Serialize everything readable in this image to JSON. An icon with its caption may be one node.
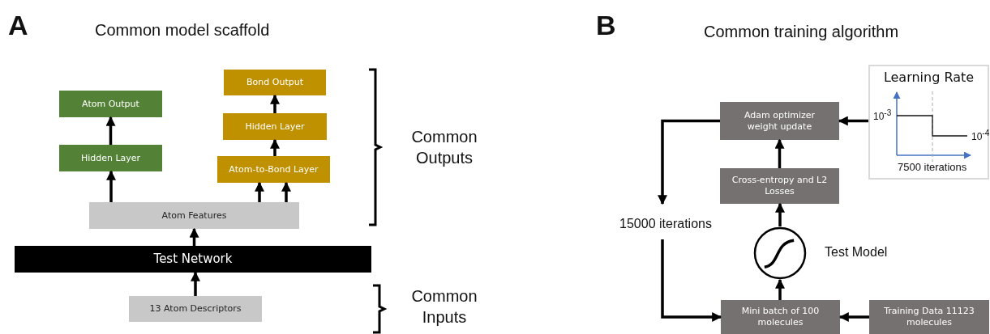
{
  "diagram": {
    "nodes": [
      {
        "text": [
          "Atom Output"
        ]
      },
      {
        "text": [
          "Hidden Layer"
        ]
      },
      {
        "text": [
          "Bond Output"
        ]
      },
      {
        "text": [
          "Hidden Layer"
        ]
      },
      {
        "text": [
          "Atom-to-Bond Layer"
        ]
      },
      {
        "text": [
          "Atom Features"
        ]
      },
      {
        "text": [
          "Test Network"
        ]
      },
      {
        "text": [
          "13 Atom Descriptors"
        ]
      },
      {
        "text": [
          "Adam optimizer weight update"
        ]
      },
      {
        "text": [
          "Learning Rate"
        ]
      },
      {
        "text": [
          "Cross-entropy and L2 Losses"
        ]
      },
      {
        "text": [],
        "shape": "circle",
        "beside": [
          "Test Model"
        ]
      },
      {
        "text": [
          "Mini batch of 100 molecules"
        ]
      },
      {
        "text": [
          "Training Data 11123 molecules"
        ]
      },
      {
        "text": [
          "15000 iterations"
        ]
      }
    ],
    "edges": [
      {
        "from": 1,
        "to": 0,
        "arrow": "to"
      },
      {
        "from": 5,
        "to": 1,
        "arrow": "to"
      },
      {
        "from": 4,
        "to": 3,
        "arrow": "to"
      },
      {
        "from": 3,
        "to": 2,
        "arrow": "to"
      },
      {
        "from": 5,
        "to": 4,
        "arrow": "to"
      },
      {
        "from": 5,
        "to": 4,
        "arrow": "to"
      },
      {
        "from": 6,
        "to": 5,
        "arrow": "to"
      },
      {
        "from": 7,
        "to": 6,
        "arrow": "to"
      },
      {
        "from": 9,
        "to": 8,
        "arrow": "to"
      },
      {
        "from": 10,
        "to": 8,
        "arrow": "to"
      },
      {
        "from": 11,
        "to": 10,
        "arrow": "to"
      },
      {
        "from": 12,
        "to": 11,
        "arrow": "to"
      },
      {
        "from": 13,
        "to": 12,
        "arrow": "to"
      },
      {
        "from": 8,
        "to": 14,
        "arrow": "to"
      },
      {
        "from": 14,
        "to": 12,
        "arrow": "to"
      }
    ],
    "labels": [
      "A",
      "Common model scaffold",
      "B",
      "Common training algorithm",
      "Common Outputs",
      "Common Inputs",
      "10$^{-3}$",
      "10$^{-4}$",
      "7500 iterations"
    ]
  }
}
